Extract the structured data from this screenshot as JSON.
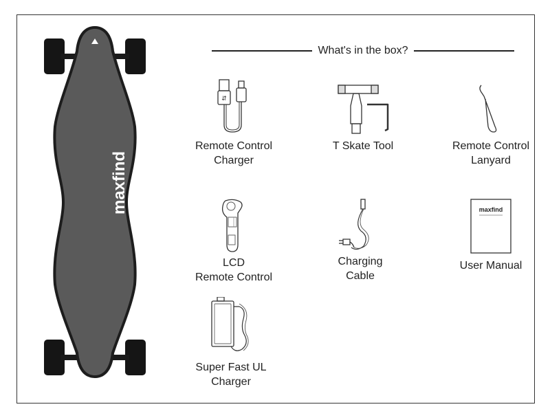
{
  "header": {
    "title": "What's in the box?"
  },
  "brand": {
    "board_logo": "maxfind",
    "manual_logo": "maxfind"
  },
  "items": [
    {
      "name": "remote-control-charger",
      "icon": "usb-cable-icon",
      "label_lines": [
        "Remote Control",
        "Charger"
      ]
    },
    {
      "name": "t-skate-tool",
      "icon": "t-tool-icon",
      "label_lines": [
        "T Skate Tool"
      ]
    },
    {
      "name": "remote-control-lanyard",
      "icon": "lanyard-icon",
      "label_lines": [
        "Remote Control",
        "Lanyard"
      ]
    },
    {
      "name": "lcd-remote-control",
      "icon": "remote-icon",
      "label_lines": [
        "LCD",
        "Remote Control"
      ]
    },
    {
      "name": "charging-cable",
      "icon": "power-cable-icon",
      "label_lines": [
        "Charging",
        "Cable"
      ]
    },
    {
      "name": "user-manual",
      "icon": "manual-icon",
      "label_lines": [
        "User Manual"
      ]
    },
    {
      "name": "super-fast-ul-charger",
      "icon": "charger-brick-icon",
      "label_lines": [
        "Super Fast UL",
        "Charger"
      ]
    }
  ]
}
